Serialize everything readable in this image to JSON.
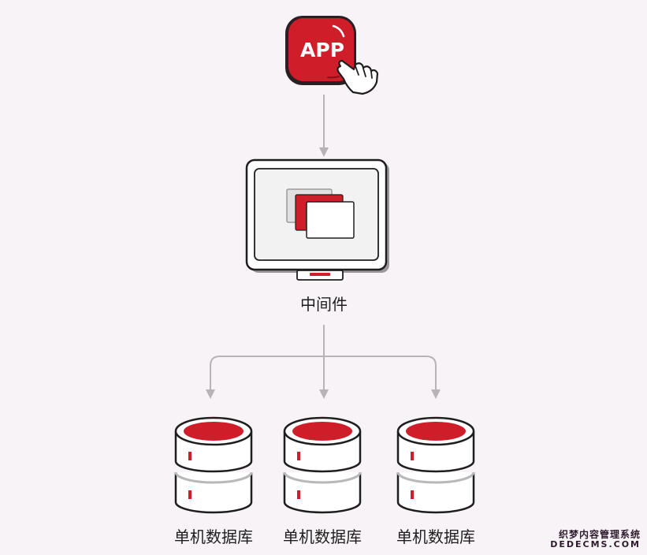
{
  "app": {
    "label": "APP",
    "icon": "hand-pointer-icon",
    "color": "#cf1e2a"
  },
  "middleware": {
    "label": "中间件",
    "icon": "monitor-icon"
  },
  "databases": [
    {
      "label": "单机数据库",
      "icon": "database-icon"
    },
    {
      "label": "单机数据库",
      "icon": "database-icon"
    },
    {
      "label": "单机数据库",
      "icon": "database-icon"
    }
  ],
  "watermark": {
    "line1": "织梦内容管理系统",
    "line2": "DEDECMS.COM"
  },
  "colors": {
    "accent": "#cf1e2a",
    "background": "#f7f3f6",
    "connector": "#b8b3b8"
  }
}
